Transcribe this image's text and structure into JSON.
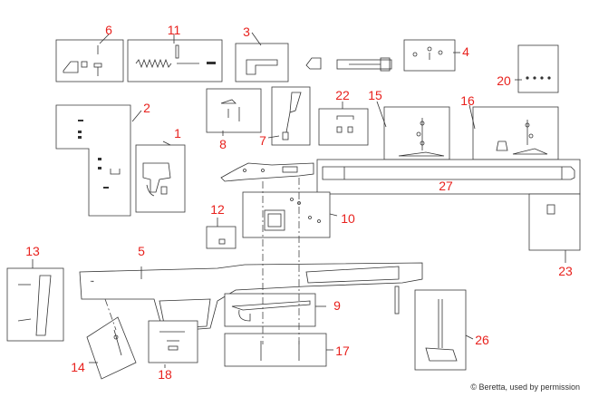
{
  "diagram": {
    "type": "exploded-parts-diagram",
    "accent_color": "#e8211d",
    "callouts": {
      "c1": "1",
      "c2": "2",
      "c3": "3",
      "c4": "4",
      "c5": "5",
      "c6": "6",
      "c7": "7",
      "c8": "8",
      "c9": "9",
      "c10": "10",
      "c11": "11",
      "c12": "12",
      "c13": "13",
      "c14": "14",
      "c15": "15",
      "c16": "16",
      "c17": "17",
      "c18": "18",
      "c20": "20",
      "c22": "22",
      "c23": "23",
      "c26": "26",
      "c27": "27"
    }
  },
  "copyright": "© Beretta, used by permission"
}
